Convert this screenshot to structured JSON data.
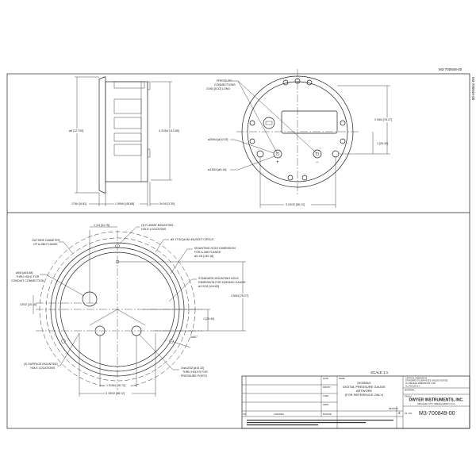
{
  "drawing_number": "M3-700849-00",
  "side_view": {
    "diameter": "ø5 [127.00]",
    "body_height": "4 31/64 [113.89]",
    "bezel_depth": "17/64 [6.81]",
    "body_depth": "1 59/64 [48.88]",
    "port_length": "3±1/8 [3.30]"
  },
  "front_view": {
    "pressure_label_1": "PRESSURE",
    "pressure_label_2": "CONNECTIONS",
    "pressure_label_3": "21/64 [8.32] LONG",
    "port_diameter": "ø25/64 [ø10.03]",
    "hole_diameter": "ø13/64 [ø5.16]",
    "height_dim": "3 5/64 [78.27]",
    "offset_dim": "1 [25.40]",
    "width_dim": "3 15/32 [88.12]",
    "plus": "+",
    "minus": "−"
  },
  "panel_view": {
    "top_dim": "1 1/4 [31.75]",
    "flange_holes_1": "(3) FLANGE MOUNTING",
    "flange_holes_2": "HOLE LOCATIONS",
    "bolt_circle": "ø5 17/32 [ø140.49] BOLT CIRCLE",
    "a286_1": "MOUNTING HOLE DIMENSION",
    "a286_2": "FOR A-286 FLANGE",
    "a286_3": "ø5 1/8 [130.18]",
    "std_1": "STANDARD MOUNTING HOLE",
    "std_2": "DIMENSION FOR DIGIMAG GAUGE",
    "std_3": "ø4 9/16 [115.89]",
    "outside_1": "OUTSIDE DIAMETER",
    "outside_2": "OF A-286 FLANGE",
    "conduit_1": "ø5/8 [ø15.88]",
    "conduit_2": "THRU HOLE FOR",
    "conduit_3": "CONDUIT CONNECTION",
    "conduit_offset": "13/32 [10.16]",
    "height_dim": "3 5/64 [78.27]",
    "offset_dim": "1 [25.40]",
    "angle": "3x87°",
    "surface_1": "(3) SURFACE MOUNTING",
    "surface_2": "HOLE LOCATIONS",
    "ports_1": "2xø13/32 [ø10.32]",
    "ports_2": "THRU HOLES FOR",
    "ports_3": "PRESSURE PORTS",
    "inner_dim": "1 51/64 [45.72]",
    "outer_dim": "3 15/32 [88.12]"
  },
  "title_block": {
    "scale": "SCALE 1:1",
    "name_line_1": "DIGIMAG",
    "name_line_2": "DIGITAL PRESSURE GAUGE",
    "name_line_3": "ARTWORK",
    "name_line_4": "(FOR REFERENCE ONLY)",
    "date_label": "DATE",
    "name_label": "NAME",
    "drawn_label": "DRN BY",
    "checked_label": "CHKD",
    "approved_label": "APPD",
    "changes_label": "CHANGES",
    "no_label": "NO.",
    "by_date_label": "BY/DATE",
    "material_label": "MATERIAL",
    "finish_label": "FINISH",
    "tolerance_1": "CRITICAL DIMENSION",
    "tolerance_2": "STANDARD TOLERANCES UNLESS NOTED:",
    "tolerance_3": "ALL DECIMAL DIMENSIONS ±.005",
    "tolerance_4": "ALL ANGLES ±1°",
    "company": "DWYER INSTRUMENTS, INC.",
    "address": "MICHIGAN CITY, INDIANA 46360 U.S.A.",
    "revision_label": "REVISION",
    "revision": "3",
    "file_no_label": "FIL. NO.",
    "file_no": "M3-700849-00"
  }
}
